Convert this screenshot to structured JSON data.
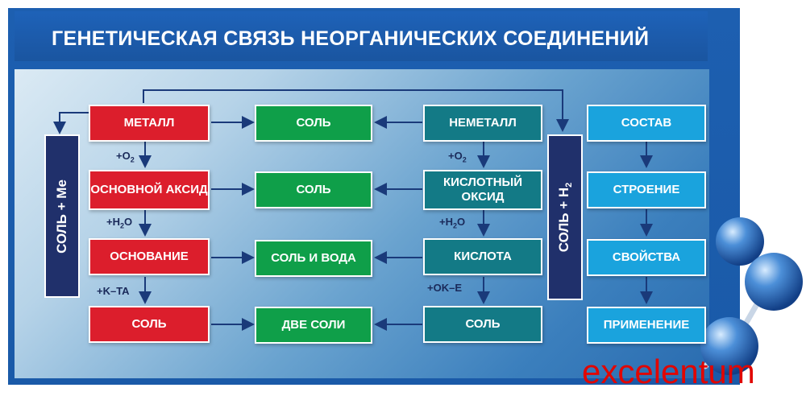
{
  "title": "ГЕНЕТИЧЕСКАЯ СВЯЗЬ НЕОРГАНИЧЕСКИХ СОЕДИНЕНИЙ",
  "left_bar": {
    "label_prefix": "СОЛЬ + ",
    "label_element": "Me"
  },
  "right_bar": {
    "label_prefix": "СОЛЬ + Н",
    "label_sub": "2"
  },
  "metal_chain": [
    "МЕТАЛЛ",
    "ОСНОВНОЙ АКСИД",
    "ОСНОВАНИЕ",
    "СОЛЬ"
  ],
  "salt_products": [
    "СОЛЬ",
    "СОЛЬ",
    "СОЛЬ И ВОДА",
    "ДВЕ СОЛИ"
  ],
  "nonmetal_chain": [
    "НЕМЕТАЛЛ",
    "КИСЛОТНЫЙ ОКСИД",
    "КИСЛОТА",
    "СОЛЬ"
  ],
  "study_chain": [
    "СОСТАВ",
    "СТРОЕНИЕ",
    "СВОЙСТВА",
    "ПРИМЕНЕНИЕ"
  ],
  "metal_reagents": {
    "r1": {
      "text": "+O",
      "sub": "2"
    },
    "r2": {
      "text": "+H",
      "sub": "2",
      "tail": "O"
    },
    "r3": {
      "text": "+K–TA"
    }
  },
  "nonmetal_reagents": {
    "r1": {
      "text": "+O",
      "sub": "2"
    },
    "r2": {
      "text": "+H",
      "sub": "2",
      "tail": "O"
    },
    "r3": {
      "text": "+OK–E"
    }
  },
  "watermark": "excelentum",
  "colors": {
    "metal": "#dc1e2c",
    "salt": "#0f9f49",
    "nonmetal": "#137a86",
    "study": "#1aa3dd",
    "bar": "#20306b",
    "title_bg": "#1d5fb0"
  }
}
